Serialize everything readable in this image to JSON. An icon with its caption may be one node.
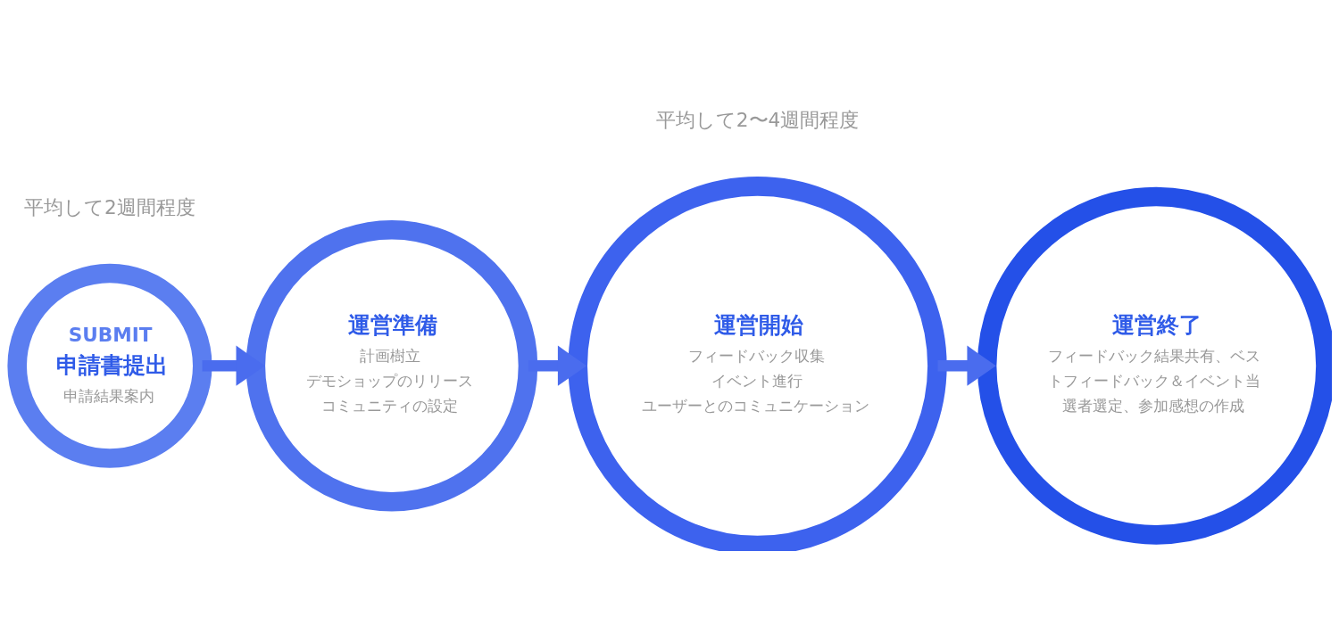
{
  "diagram": {
    "nodes": [
      {
        "text": [
          "SUBMIT",
          "申請書提出",
          "申請結果案内"
        ]
      },
      {
        "text": [
          "運営準備",
          "計画樹立",
          "デモショップのリリース",
          "コミュニティの設定"
        ]
      },
      {
        "text": [
          "運営開始",
          "フィードバック収集",
          "イベント進行",
          "ユーザーとのコミュニケーション"
        ]
      },
      {
        "text": [
          "運営終了",
          "フィードバック結果共有、ベストフィードバック＆イベント当選者選定、参加感想の作成"
        ]
      }
    ],
    "edges": [
      {
        "from": 0,
        "to": 1,
        "arrow": "to"
      },
      {
        "from": 1,
        "to": 2,
        "arrow": "to"
      },
      {
        "from": 2,
        "to": 3,
        "arrow": "to"
      }
    ],
    "labels": [
      "平均して2週間程度",
      "平均して2〜4週間程度"
    ]
  }
}
